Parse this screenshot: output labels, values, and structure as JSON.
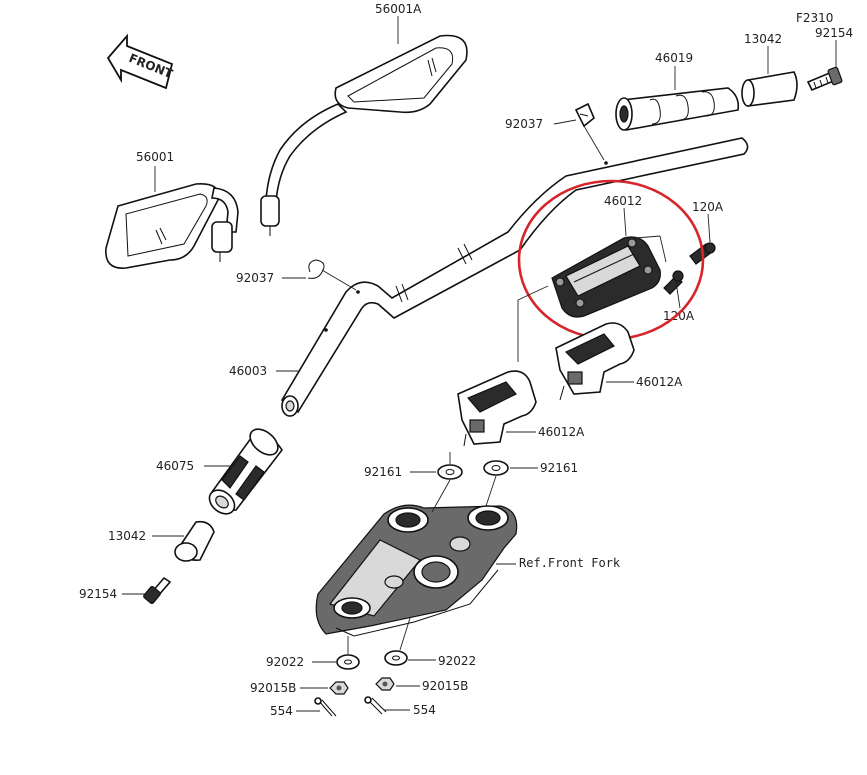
{
  "diagram": {
    "front_label": "FRONT",
    "figure_code": "F2310",
    "reference_label": "Ref.Front Fork",
    "highlight_color": "#d6262b",
    "labels": {
      "p56001A": "56001A",
      "p56001": "56001",
      "p46019": "46019",
      "p13042_top": "13042",
      "p92154_top": "92154",
      "p92037_top": "92037",
      "p92037_left": "92037",
      "p46012": "46012",
      "p120A_top": "120A",
      "p120A_bottom": "120A",
      "p46003": "46003",
      "p46012A_right": "46012A",
      "p46012A_left": "46012A",
      "p92161_left": "92161",
      "p92161_right": "92161",
      "p46075": "46075",
      "p13042_left": "13042",
      "p92154_left": "92154",
      "p92022_left": "92022",
      "p92022_right": "92022",
      "p92015B_left": "92015B",
      "p92015B_right": "92015B",
      "p554_left": "554",
      "p554_right": "554"
    }
  }
}
